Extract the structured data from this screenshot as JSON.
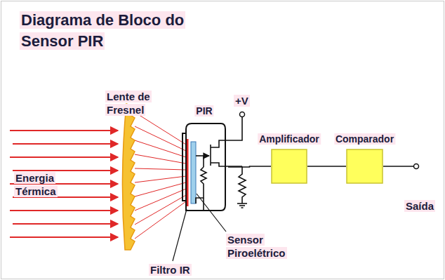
{
  "diagram": {
    "title": "Diagrama de Bloco do Sensor PIR",
    "nodes": [
      {
        "text": [
          "PIR"
        ]
      },
      {
        "text": [
          "Amplificador"
        ]
      },
      {
        "text": [
          "Comparador"
        ]
      }
    ],
    "edges": [
      {
        "from": 0,
        "to": 1,
        "arrow": "none"
      },
      {
        "from": 1,
        "to": 2,
        "arrow": "none"
      }
    ],
    "labels": [
      "Lente de Fresnel",
      "Energia Térmica",
      "+V",
      "Saída",
      "Filtro IR",
      "Sensor Piroelétrico"
    ]
  }
}
